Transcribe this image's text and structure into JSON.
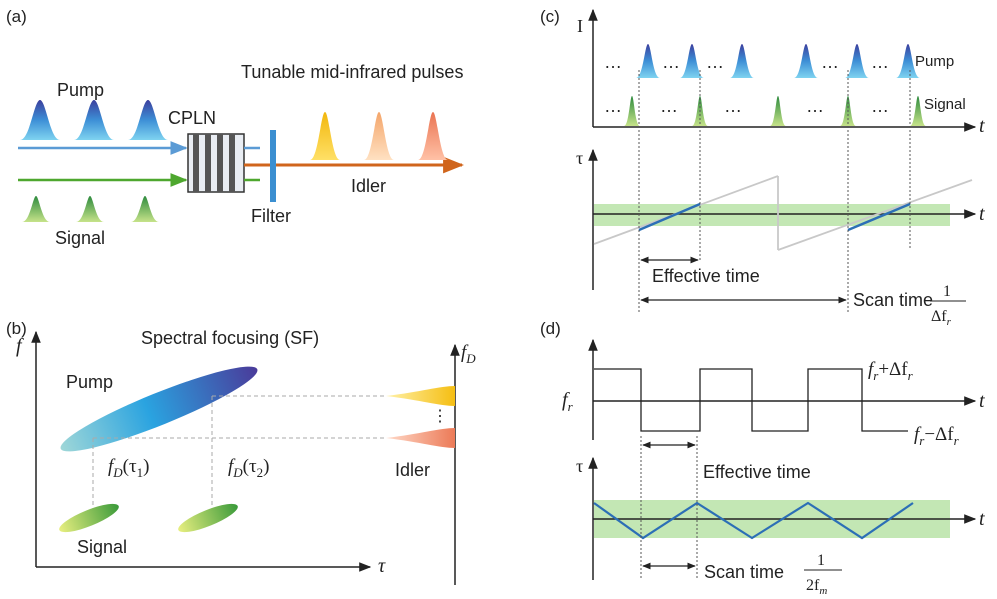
{
  "panel_a": {
    "label": "(a)",
    "pump": "Pump",
    "crystal": "CPLN",
    "title": "Tunable mid-infrared pulses",
    "idler": "Idler",
    "filter": "Filter",
    "signal": "Signal",
    "colors": {
      "pump_line": "#5b9bd5",
      "signal_line": "#4ea72e",
      "idler_line": "#d0651c",
      "filter": "#3b8fd1"
    }
  },
  "panel_b": {
    "label": "(b)",
    "title": "Spectral focusing (SF)",
    "y_axis": "f",
    "x_axis": "τ",
    "fd_axis": "f",
    "fd_sub": "D",
    "pump": "Pump",
    "signal": "Signal",
    "idler": "Idler",
    "fd_tau1": {
      "f": "f",
      "sub": "D",
      "arg": "(τ",
      "argsub": "1",
      "close": ")"
    },
    "fd_tau2": {
      "f": "f",
      "sub": "D",
      "arg": "(τ",
      "argsub": "2",
      "close": ")"
    },
    "dots": "⋮"
  },
  "panel_c": {
    "label": "(c)",
    "y_top": "I",
    "x_top": "t",
    "pump": "Pump",
    "signal": "Signal",
    "ellipsis": "…",
    "y_bottom": "τ",
    "x_bottom": "t",
    "effective_time": "Effective time",
    "scan_time": "Scan time",
    "scan_num": "1",
    "scan_den": "Δf",
    "scan_den_sub": "r"
  },
  "panel_d": {
    "label": "(d)",
    "f_r": "f",
    "f_r_sub": "r",
    "plus": "f",
    "plus_sub": "r",
    "plus_tail": "+Δf",
    "plus_tail_sub": "r",
    "minus": "f",
    "minus_sub": "r",
    "minus_tail": "−Δf",
    "minus_tail_sub": "r",
    "x_top": "t",
    "y_bottom": "τ",
    "x_bottom": "t",
    "effective_time": "Effective time",
    "scan_time": "Scan time",
    "scan_num": "1",
    "scan_den": "2f",
    "scan_den_sub": "m"
  }
}
